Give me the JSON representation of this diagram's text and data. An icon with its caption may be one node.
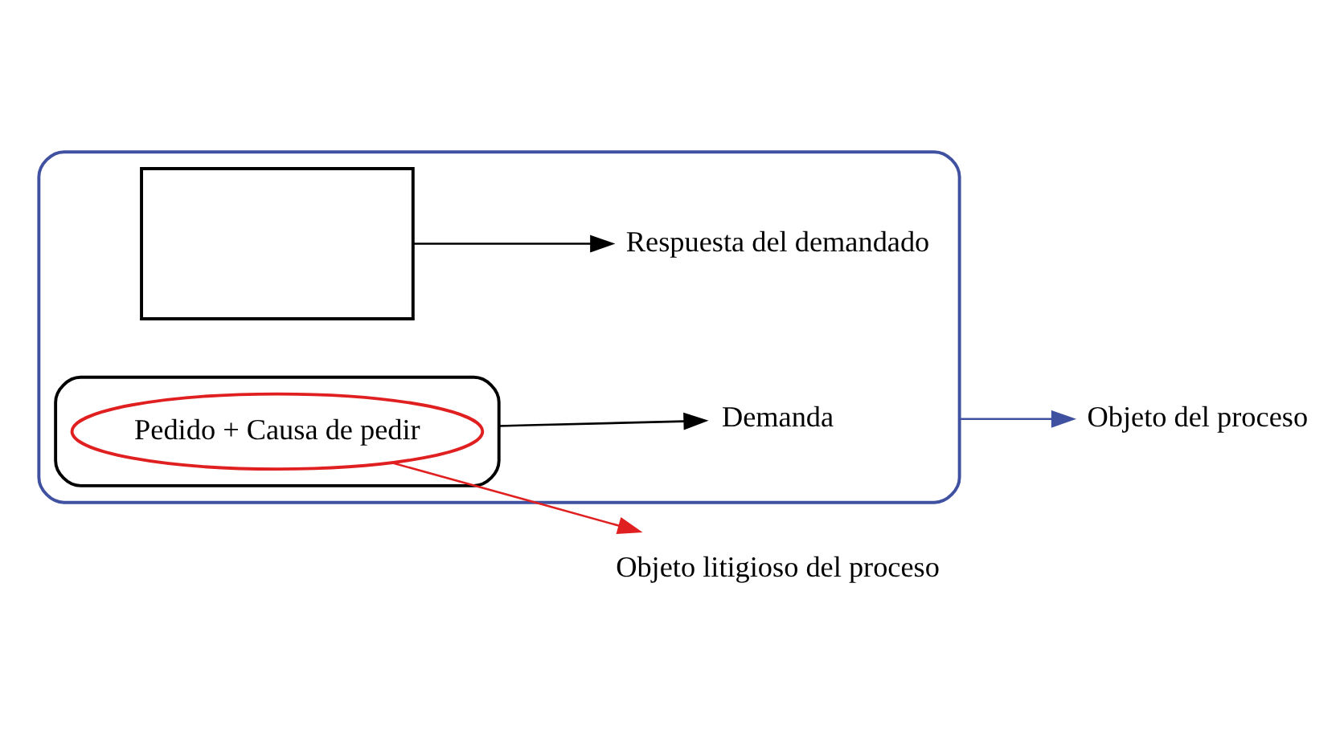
{
  "diagram": {
    "nodes": [
      {
        "text": [],
        "shape": "ellipse"
      },
      {
        "text": [
          "Demanda"
        ],
        "in": 0
      },
      {
        "text": [],
        "shape": "box",
        "in": 0
      },
      {
        "text": [
          "Pedido + Causa de pedir"
        ],
        "in": 2
      },
      {
        "text": [
          "Respuesta del demandado"
        ],
        "in": 0
      },
      {
        "text": [],
        "shape": "box",
        "in": 0
      },
      {
        "text": [
          "Objeto del proceso"
        ]
      },
      {
        "text": [
          "Objeto litigioso del proceso"
        ]
      }
    ],
    "edges": [
      {
        "from": 2,
        "to": 1,
        "arrow": "to"
      },
      {
        "from": 5,
        "to": 4,
        "arrow": "to"
      },
      {
        "from": 0,
        "to": 6,
        "arrow": "to",
        "color": "#3f51a0"
      },
      {
        "from": 3,
        "to": 7,
        "arrow": "to",
        "color": "#e02020"
      }
    ]
  }
}
